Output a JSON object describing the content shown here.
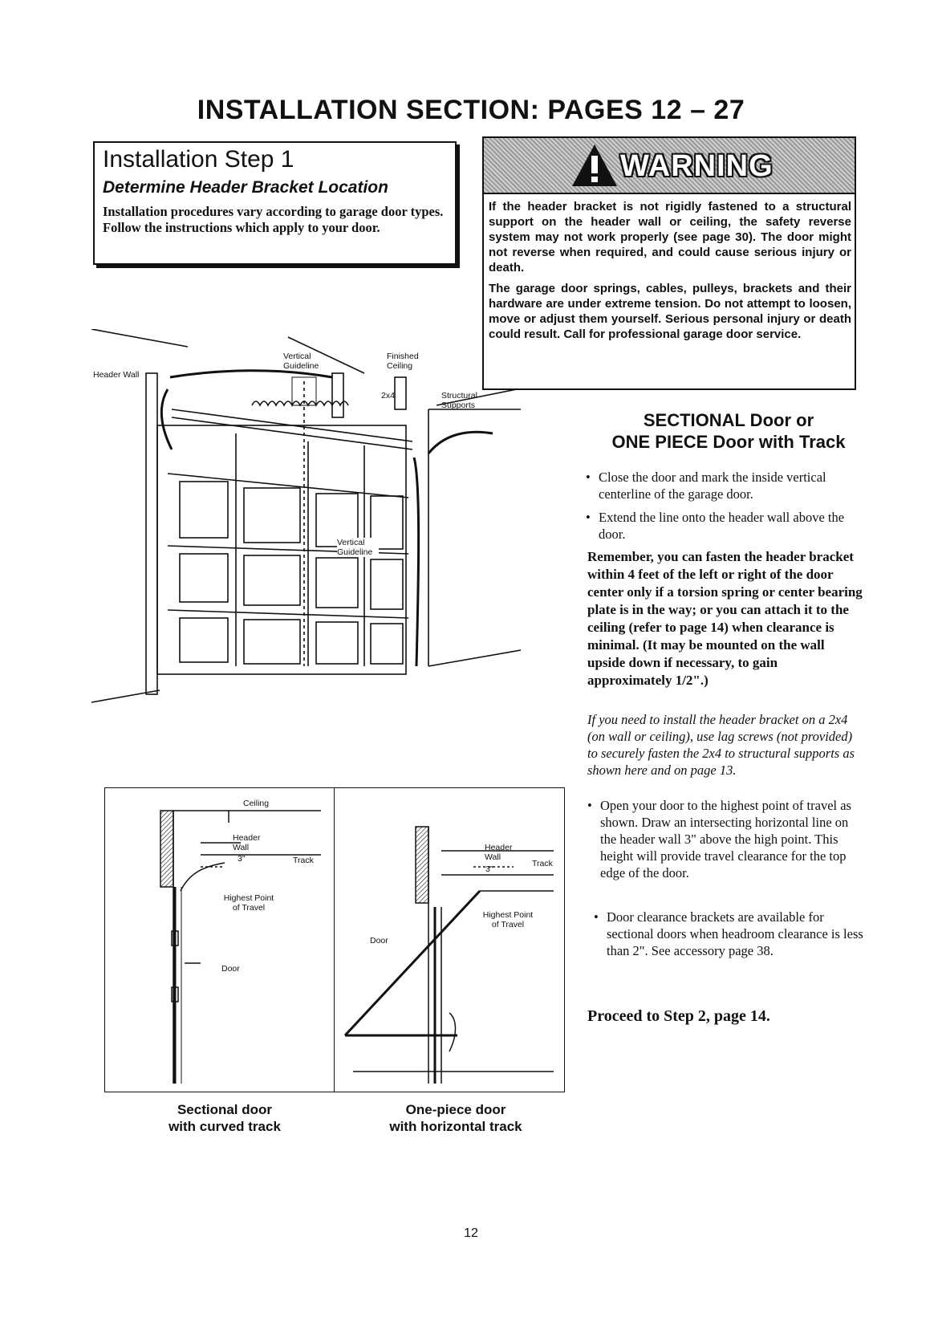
{
  "header": {
    "title": "INSTALLATION SECTION:  PAGES 12 – 27"
  },
  "step": {
    "title": "Installation Step 1",
    "subtitle": "Determine Header Bracket Location",
    "intro": "Installation procedures vary according to garage door types. Follow the instructions which apply to your door."
  },
  "warning": {
    "label": "WARNING",
    "para1": "If the header bracket is not rigidly fastened to a structural support on the header wall or ceiling, the safety reverse system may not work properly (see page 30). The door might not reverse when required, and could cause serious injury or death.",
    "para2": "The garage door springs, cables, pulleys, brackets and their hardware are under extreme tension. Do not attempt to loosen, move or adjust them yourself. Serious personal injury or death could result. Call for professional garage door service."
  },
  "figure_main": {
    "labels": {
      "header_wall": "Header Wall",
      "vertical_guideline_top": "Vertical Guideline",
      "finished_ceiling": "Finished Ceiling",
      "two_by_four": "2x4",
      "structural_supports": "Structural Supports",
      "vertical_guideline_door": "Vertical Guideline"
    }
  },
  "figure_sectional": {
    "ceiling": "Ceiling",
    "header_wall": "Header Wall",
    "three_inch": "3\"",
    "track": "Track",
    "highest_point": "Highest Point of Travel",
    "door": "Door",
    "caption_line1": "Sectional door",
    "caption_line2": "with curved track"
  },
  "figure_onepiece": {
    "header_wall": "Header Wall",
    "three_inch": "3\"",
    "track": "Track",
    "highest_point": "Highest Point of Travel",
    "door": "Door",
    "caption_line1": "One-piece door",
    "caption_line2": "with horizontal track"
  },
  "right": {
    "section_title_line1": "SECTIONAL Door or",
    "section_title_line2": "ONE PIECE Door with Track",
    "bullet1": "Close the door and mark the inside vertical centerline of the garage door.",
    "bullet2": "Extend the line onto the header wall above the door.",
    "remember": "Remember, you can fasten the header bracket within 4 feet of the left or right of the door center only if a torsion spring or center bearing plate is in the way; or you can attach it to the ceiling (refer to page 14) when clearance is minimal. (It may be mounted on the wall upside down if necessary, to gain approximately 1/2\".)",
    "italic_note": "If you need to install the header bracket on a 2x4 (on wall or ceiling), use lag screws (not provided) to securely fasten the 2x4 to structural supports as shown here and on page 13.",
    "bullet3": "Open your door to the highest point of travel as shown. Draw an intersecting horizontal line on the header wall 3\" above the high point. This height will provide travel clearance for the top edge of the door.",
    "bullet4": "Door clearance brackets are available for sectional doors when headroom clearance is less than 2\". See accessory page 38.",
    "proceed": "Proceed to  Step 2, page 14."
  },
  "page_number": "12"
}
